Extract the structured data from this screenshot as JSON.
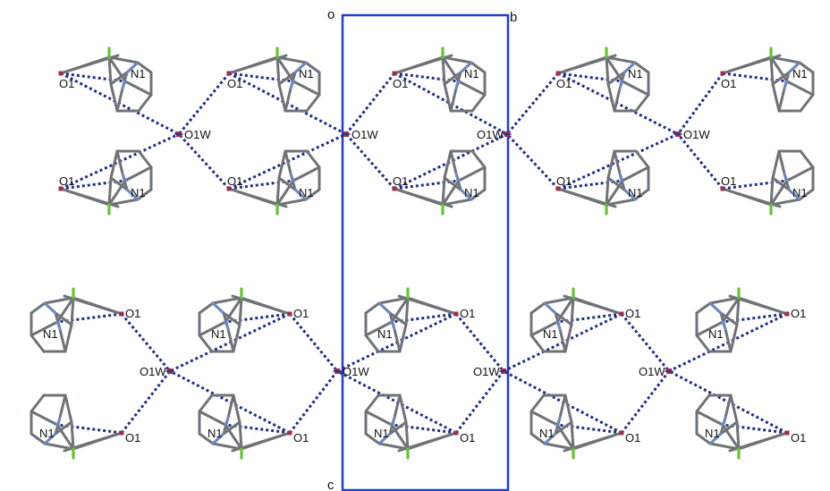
{
  "axes": {
    "origin": "o",
    "b": "b",
    "c": "c"
  },
  "atom_labels": {
    "n1": "N1",
    "o1": "O1",
    "o1w": "O1W"
  },
  "colors": {
    "bond": "#6f7378",
    "hbond": "#1f2e8c",
    "cell": "#1f3fd0",
    "nitrogen": "#6a88c8",
    "fluorine": "#62c531",
    "oxygen": "#9b2f4f"
  }
}
